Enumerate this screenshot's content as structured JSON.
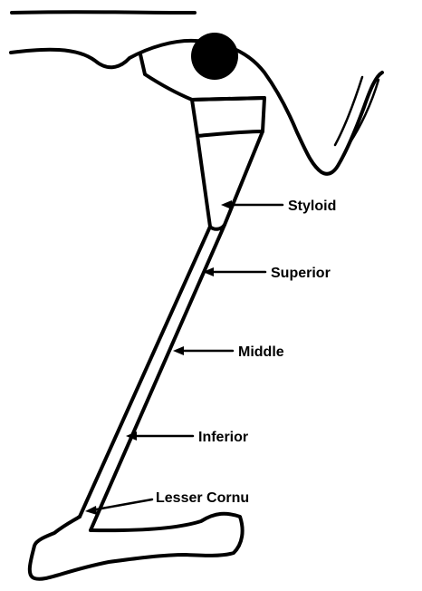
{
  "diagram": {
    "labels": {
      "styloid": "Styloid",
      "superior": "Superior",
      "middle": "Middle",
      "inferior": "Inferior",
      "lesser_cornu": "Lesser Cornu"
    }
  }
}
